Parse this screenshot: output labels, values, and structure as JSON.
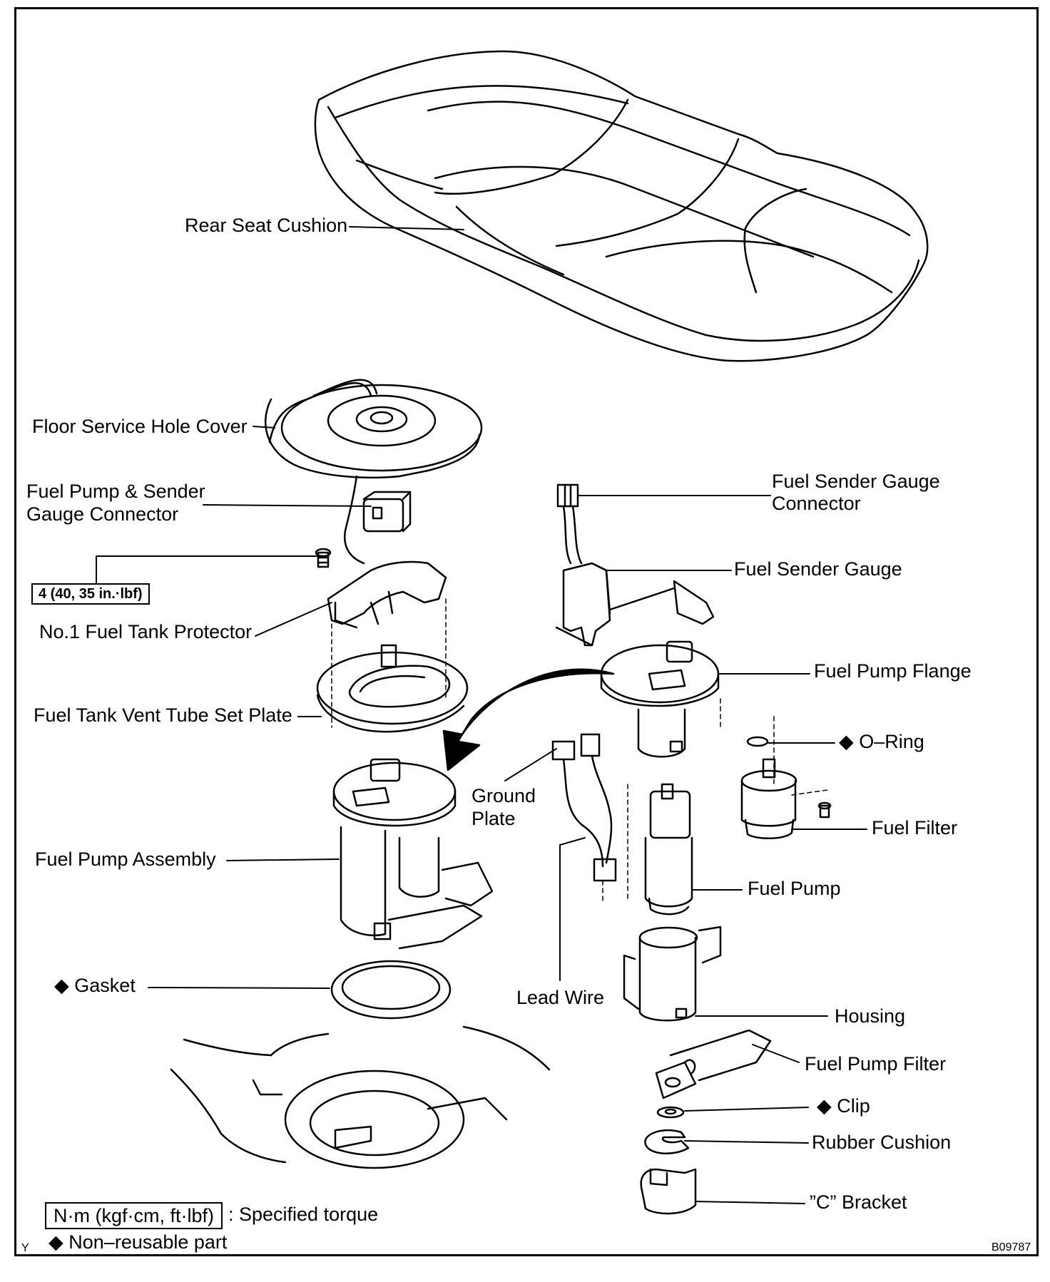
{
  "labels": {
    "rear_seat_cushion": "Rear Seat Cushion",
    "floor_service_hole_cover": "Floor Service Hole Cover",
    "fuel_pump_sender_connector_1": "Fuel Pump & Sender",
    "fuel_pump_sender_connector_2": "Gauge Connector",
    "torque_spec": "4 (40, 35 in.·lbf)",
    "fuel_tank_protector": "No.1 Fuel Tank Protector",
    "vent_tube_set_plate": "Fuel Tank Vent Tube Set Plate",
    "fuel_pump_assembly": "Fuel Pump Assembly",
    "gasket": "Gasket",
    "fuel_sender_gauge_connector_1": "Fuel Sender Gauge",
    "fuel_sender_gauge_connector_2": "Connector",
    "fuel_sender_gauge": "Fuel Sender Gauge",
    "fuel_pump_flange": "Fuel Pump Flange",
    "o_ring": "O–Ring",
    "ground_plate_1": "Ground",
    "ground_plate_2": "Plate",
    "fuel_filter": "Fuel Filter",
    "fuel_pump": "Fuel Pump",
    "lead_wire": "Lead Wire",
    "housing": "Housing",
    "fuel_pump_filter": "Fuel Pump Filter",
    "clip": "Clip",
    "rubber_cushion": "Rubber Cushion",
    "c_bracket": "”C” Bracket"
  },
  "legend": {
    "torque_unit": "N·m (kgf·cm, ft·lbf)",
    "torque_text": ": Specified torque",
    "non_reusable_text": "Non–reusable part",
    "diamond": "◆"
  },
  "corner": {
    "left": "Y",
    "right": "B09787"
  }
}
